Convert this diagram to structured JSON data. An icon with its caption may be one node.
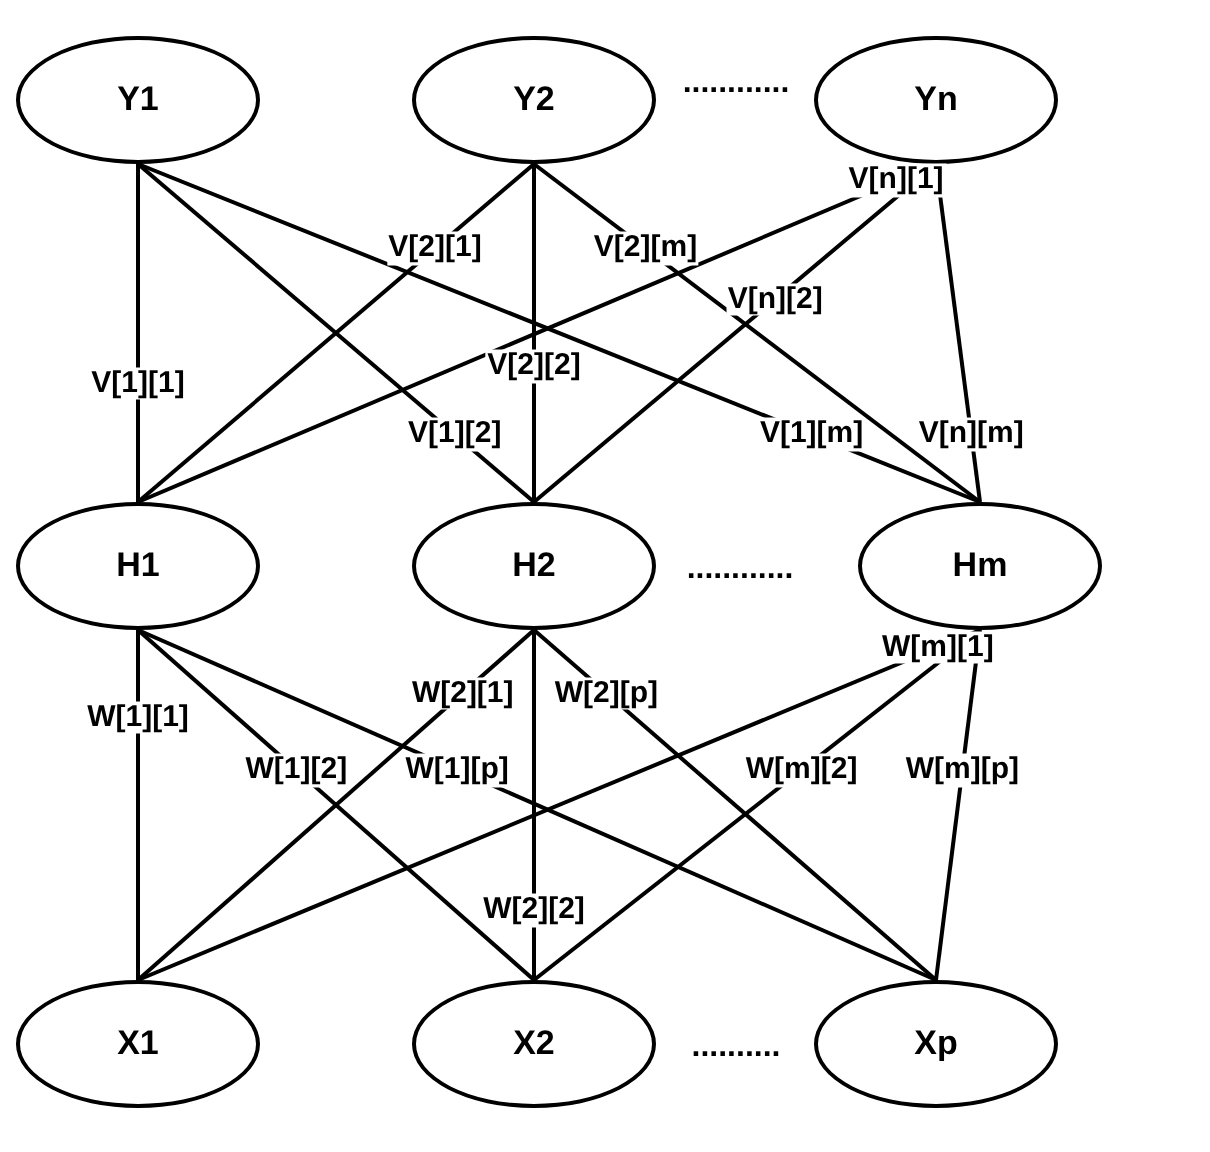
{
  "diagram": {
    "nodes": [
      {
        "text": [
          "Y1"
        ]
      },
      {
        "text": [
          "Y2"
        ]
      },
      {
        "text": [
          "Yn"
        ]
      },
      {
        "text": [
          "H1"
        ]
      },
      {
        "text": [
          "H2"
        ]
      },
      {
        "text": [
          "Hm"
        ]
      },
      {
        "text": [
          "X1"
        ]
      },
      {
        "text": [
          "X2"
        ]
      },
      {
        "text": [
          "Xp"
        ]
      }
    ],
    "edges": [
      {
        "from": 0,
        "to": 3,
        "arrow": "none",
        "label": "V[1][1]"
      },
      {
        "from": 0,
        "to": 4,
        "arrow": "none",
        "label": "V[1][2]"
      },
      {
        "from": 0,
        "to": 5,
        "arrow": "none",
        "label": "V[1][m]"
      },
      {
        "from": 1,
        "to": 3,
        "arrow": "none",
        "label": "V[2][1]"
      },
      {
        "from": 1,
        "to": 4,
        "arrow": "none",
        "label": "V[2][2]"
      },
      {
        "from": 1,
        "to": 5,
        "arrow": "none",
        "label": "V[2][m]"
      },
      {
        "from": 2,
        "to": 3,
        "arrow": "none",
        "label": "V[n][1]"
      },
      {
        "from": 2,
        "to": 4,
        "arrow": "none",
        "label": "V[n][2]"
      },
      {
        "from": 2,
        "to": 5,
        "arrow": "none",
        "label": "V[n][m]"
      },
      {
        "from": 3,
        "to": 6,
        "arrow": "none",
        "label": "W[1][1]"
      },
      {
        "from": 3,
        "to": 7,
        "arrow": "none",
        "label": "W[1][2]"
      },
      {
        "from": 3,
        "to": 8,
        "arrow": "none",
        "label": "W[1][p]"
      },
      {
        "from": 4,
        "to": 6,
        "arrow": "none",
        "label": "W[2][1]"
      },
      {
        "from": 4,
        "to": 7,
        "arrow": "none",
        "label": "W[2][2]"
      },
      {
        "from": 4,
        "to": 8,
        "arrow": "none",
        "label": "W[2][p]"
      },
      {
        "from": 5,
        "to": 6,
        "arrow": "none",
        "label": "W[m][1]"
      },
      {
        "from": 5,
        "to": 7,
        "arrow": "none",
        "label": "W[m][2]"
      },
      {
        "from": 5,
        "to": 8,
        "arrow": "none",
        "label": "W[m][p]"
      }
    ],
    "labels": [
      "............",
      "............",
      ".........."
    ]
  }
}
